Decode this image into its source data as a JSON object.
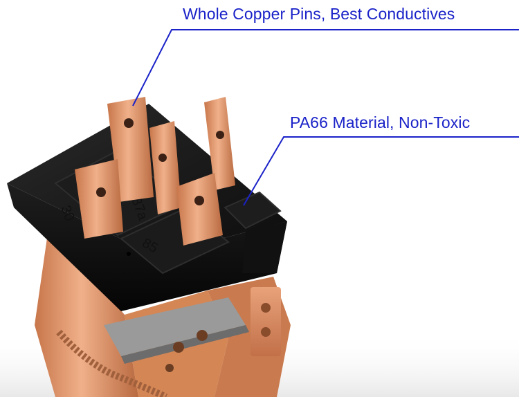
{
  "callouts": [
    {
      "text": "Whole Copper Pins, Best Conductives"
    },
    {
      "text": "PA66 Material, Non-Toxic"
    }
  ],
  "terminal_labels": [
    "30",
    "87a",
    "85"
  ],
  "colors": {
    "callout_text": "#1a22c8",
    "leader_line": "#1a22c8",
    "housing": "#151515",
    "copper": "#d98a5c",
    "background": "#ffffff"
  }
}
